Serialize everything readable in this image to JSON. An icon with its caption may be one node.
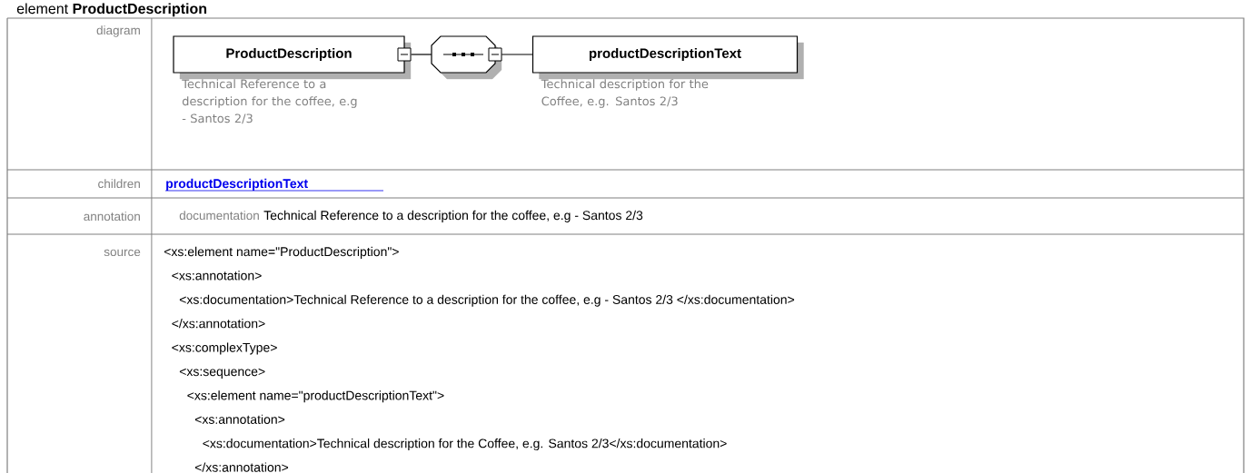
{
  "diagram": {
    "title": "element **ProductDescription**",
    "nodes": [
      {
        "text": [
          "ProductDescription"
        ],
        "beside": [
          "Technical  Reference to a description for the coffee, e.g - Santos 2/3"
        ]
      },
      {
        "text": [],
        "shape": "octagon"
      },
      {
        "text": [
          "productDescriptionText"
        ],
        "beside": [
          "Technical description for the Coffee, e.g. Santos 2/3"
        ]
      }
    ],
    "edges": [
      {
        "from": 0,
        "to": 1,
        "arrow": "none"
      },
      {
        "from": 1,
        "to": 2,
        "arrow": "none"
      }
    ],
    "labels": [
      "diagram",
      "children",
      "productDescriptionText",
      "annotation",
      "documentation",
      "Technical  Reference to a description for the coffee, e.g - Santos 2/3",
      "source",
      "<xs:element name=\"ProductDescription\">",
      "<xs:annotation>",
      "<xs:documentation>Technical  Reference to a description for the coffee, e.g - Santos 2/3 </xs:documentation>",
      "</xs:annotation>",
      "<xs:complexType>",
      "<xs:sequence>",
      "<xs:element name=\"productDescriptionText\">",
      "<xs:annotation>",
      "<xs:documentation>Technical description for the Coffee, e.g. Santos 2/3</xs:documentation>",
      "</xs:annotation>"
    ]
  }
}
